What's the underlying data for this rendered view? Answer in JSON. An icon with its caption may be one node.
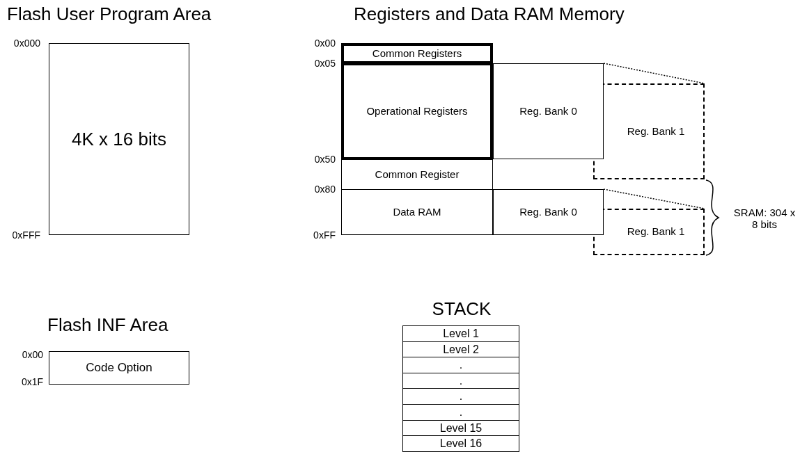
{
  "diagram": {
    "nodes": [
      {
        "text": [
          "4K x 16 bits"
        ]
      },
      {
        "text": [
          "Common Registers"
        ]
      },
      {
        "text": [
          "Operational Registers"
        ]
      },
      {
        "text": [
          "Reg. Bank 0"
        ]
      },
      {
        "text": [
          "Reg. Bank 1"
        ]
      },
      {
        "text": [
          "Common Register"
        ]
      },
      {
        "text": [
          "Data RAM"
        ]
      },
      {
        "text": [
          "Reg. Bank 0"
        ]
      },
      {
        "text": [
          "Reg. Bank 1"
        ]
      },
      {
        "text": [
          "Code Option"
        ]
      },
      {
        "text": [
          "Level 1"
        ]
      },
      {
        "text": [
          "Level 2"
        ]
      },
      {
        "text": [
          "."
        ]
      },
      {
        "text": [
          "."
        ]
      },
      {
        "text": [
          "."
        ]
      },
      {
        "text": [
          "."
        ]
      },
      {
        "text": [
          "Level 15"
        ]
      },
      {
        "text": [
          "Level 16"
        ]
      }
    ],
    "edges": [
      {
        "from": 3,
        "to": 4,
        "arrow": "none",
        "style": "dashed"
      },
      {
        "from": 7,
        "to": 8,
        "arrow": "none",
        "style": "dashed"
      }
    ],
    "labels": [
      "Flash User Program Area",
      "Registers and Data RAM Memory",
      "0x000",
      "0x00",
      "0x05",
      "0x50",
      "0x80",
      "0xFF",
      "0xFFF",
      "SRAM: 304 x 8 bits",
      "STACK",
      "Flash INF Area",
      "0x00",
      "0x1F"
    ]
  }
}
